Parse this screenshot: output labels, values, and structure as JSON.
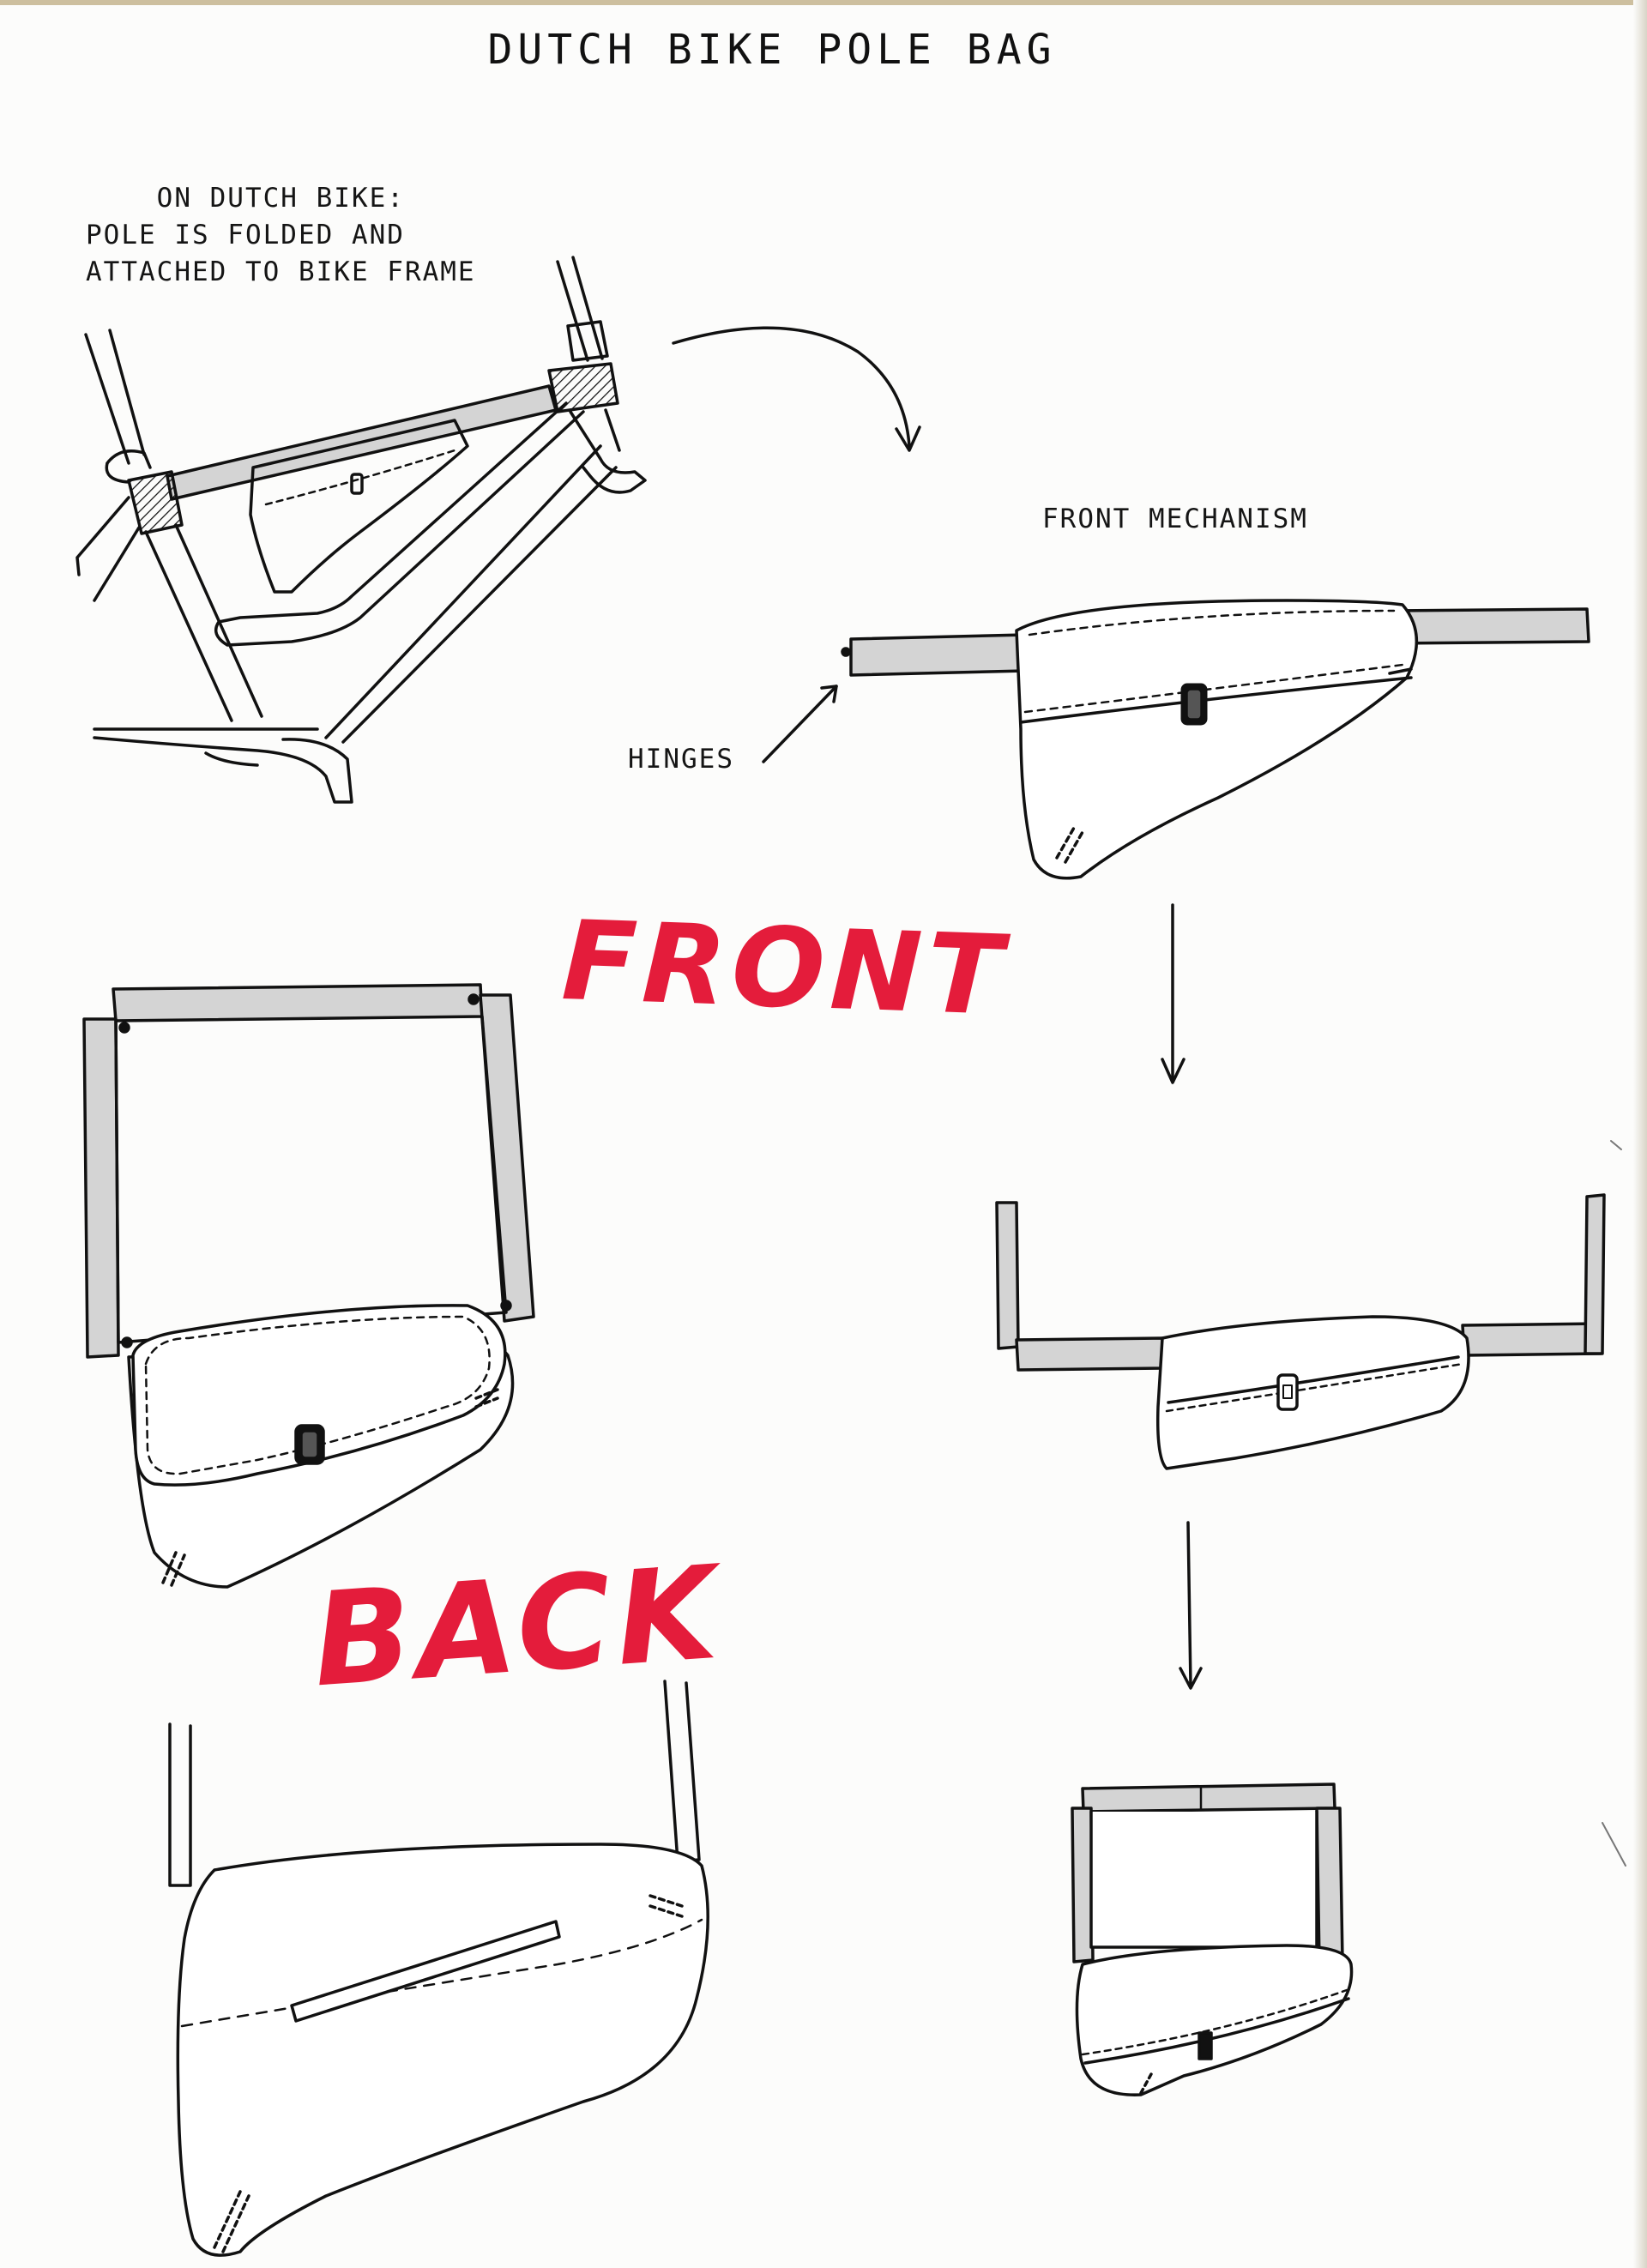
{
  "title": "DUTCH BIKE POLE BAG",
  "labels": {
    "bike_note": "    ON DUTCH BIKE:\nPOLE IS FOLDED AND\nATTACHED TO BIKE FRAME",
    "front_mechanism": "FRONT MECHANISM",
    "hinges": "HINGES"
  },
  "handwritten": {
    "front": "FRONT",
    "back": "BACK"
  },
  "colors": {
    "ink": "#111111",
    "pole_fill": "#d4d4d4",
    "handwriting": "#e41c3b",
    "paper": "#fcfcfb"
  }
}
